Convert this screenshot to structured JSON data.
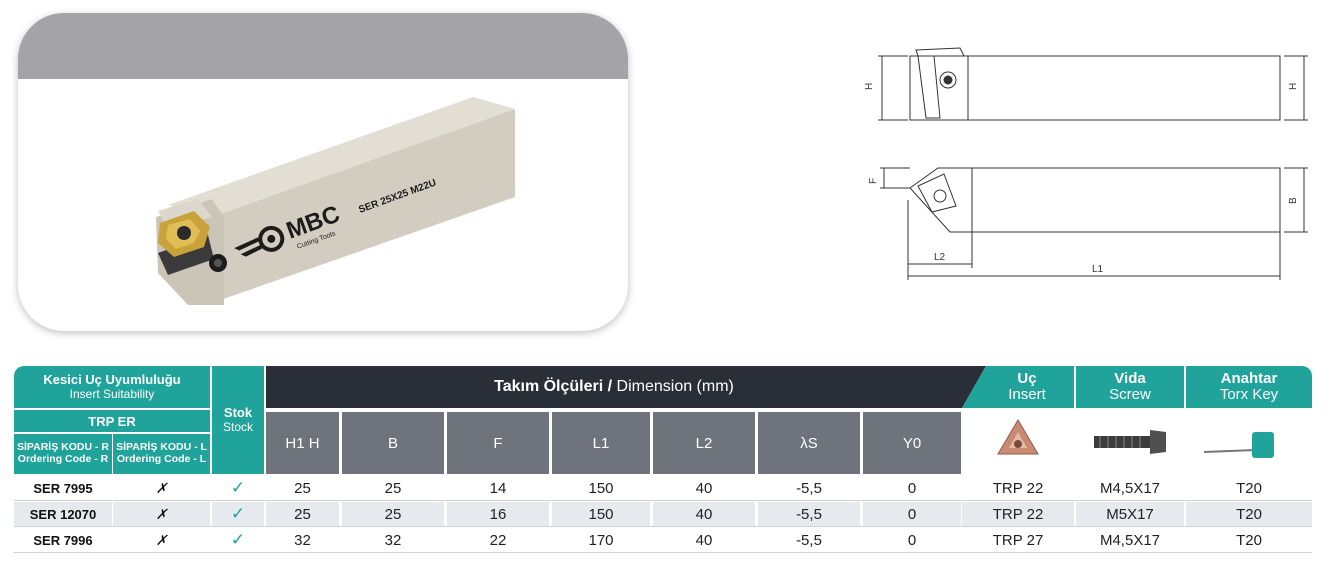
{
  "product": {
    "brand": "MBC",
    "brand_sub": "Cutting Tools",
    "tool_marking": "SER 25X25 M22U"
  },
  "drawing": {
    "labels": {
      "h": "H",
      "f": "F",
      "b": "B",
      "l1": "L1",
      "l2": "L2"
    }
  },
  "table": {
    "insert_suitability": {
      "tr": "Kesici Uç Uyumluluğu",
      "en": "Insert Suitability"
    },
    "insert_type": "TRP ER",
    "code_r": {
      "tr": "SİPARİŞ KODU - R",
      "en": "Ordering Code - R"
    },
    "code_l": {
      "tr": "SİPARİŞ KODU - L",
      "en": "Ordering Code - L"
    },
    "stock": {
      "tr": "Stok",
      "en": "Stock"
    },
    "dimensions": {
      "tr": "Takım Ölçüleri /",
      "en": " Dimension (mm)"
    },
    "dim_cols": [
      "H1 H",
      "B",
      "F",
      "L1",
      "L2",
      "λS",
      "Y0"
    ],
    "insert": {
      "tr": "Uç",
      "en": "Insert"
    },
    "screw": {
      "tr": "Vida",
      "en": "Screw"
    },
    "key": {
      "tr": "Anahtar",
      "en": "Torx Key"
    },
    "rows": [
      {
        "code_r": "SER 7995",
        "code_l": "✗",
        "stock": "✓",
        "dims": [
          "25",
          "25",
          "14",
          "150",
          "40",
          "-5,5",
          "0"
        ],
        "insert": "TRP 22",
        "screw": "M4,5X17",
        "key": "T20"
      },
      {
        "code_r": "SER 12070",
        "code_l": "✗",
        "stock": "✓",
        "dims": [
          "25",
          "25",
          "16",
          "150",
          "40",
          "-5,5",
          "0"
        ],
        "insert": "TRP 22",
        "screw": "M5X17",
        "key": "T20"
      },
      {
        "code_r": "SER 7996",
        "code_l": "✗",
        "stock": "✓",
        "dims": [
          "32",
          "32",
          "22",
          "170",
          "40",
          "-5,5",
          "0"
        ],
        "insert": "TRP 27",
        "screw": "M4,5X17",
        "key": "T20"
      }
    ]
  },
  "colors": {
    "teal": "#1fa39a",
    "dark_header": "#2a2e36",
    "grey_header": "#6e737c",
    "row_alt": "#e6e9ee"
  }
}
